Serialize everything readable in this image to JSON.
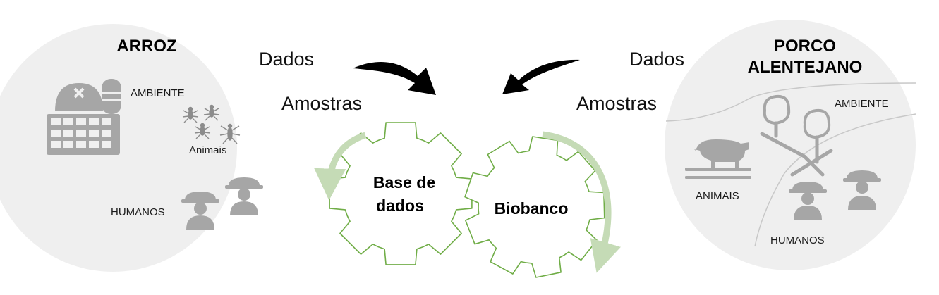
{
  "left": {
    "title": "ARROZ",
    "ambiente": "AMBIENTE",
    "animais": "Animais",
    "humanos": "HUMANOS"
  },
  "right": {
    "title_line1": "PORCO",
    "title_line2": "ALENTEJANO",
    "ambiente": "AMBIENTE",
    "animais": "ANIMAIS",
    "humanos": "HUMANOS"
  },
  "flow": {
    "dados_left": "Dados",
    "amostras_left": "Amostras",
    "dados_right": "Dados",
    "amostras_right": "Amostras"
  },
  "gears": {
    "database_line1": "Base de",
    "database_line2": "dados",
    "biobank": "Biobanco"
  },
  "colors": {
    "circle_fill": "#efefef",
    "icon_gray": "#a6a6a6",
    "gear_outline": "#70ad47",
    "rotation_arrow": "#c5dbb6",
    "flow_arrow": "#000000"
  }
}
